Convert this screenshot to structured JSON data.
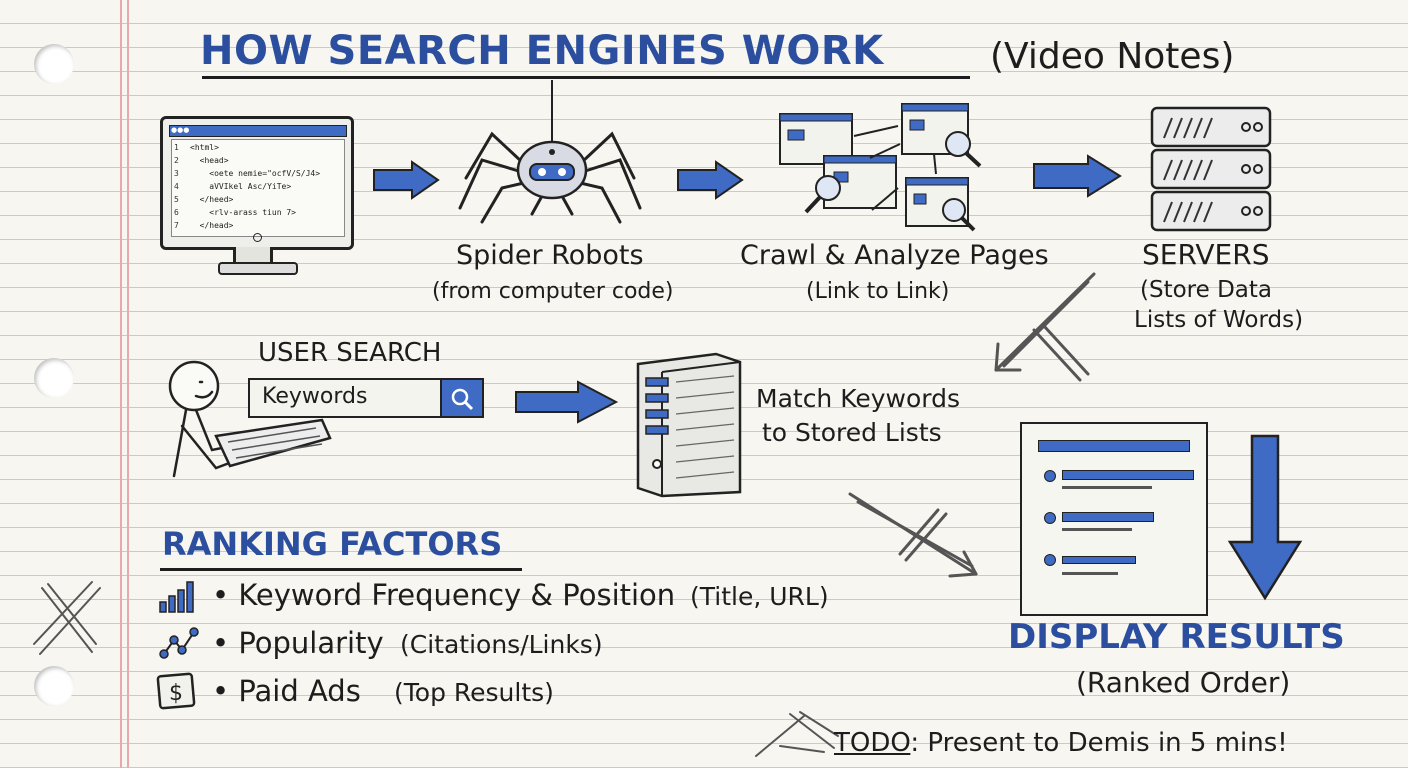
{
  "title": "HOW SEARCH ENGINES WORK",
  "subtitle": "(Video Notes)",
  "steps": {
    "spider": {
      "label": "Spider Robots",
      "sub": "(from computer code)"
    },
    "crawl": {
      "label": "Crawl & Analyze Pages",
      "sub": "(Link to Link)"
    },
    "servers": {
      "label": "SERVERS",
      "sub1": "(Store Data",
      "sub2": "Lists of Words)"
    }
  },
  "code_lines": [
    {
      "num": "1",
      "text": "<html>"
    },
    {
      "num": "2",
      "text": "  <head>"
    },
    {
      "num": "3",
      "text": "    <oete nemie=\"ocfV/S/J4>"
    },
    {
      "num": "4",
      "text": "    aVVIkel Asc/YiTe>"
    },
    {
      "num": "5",
      "text": "  </heed>"
    },
    {
      "num": "6",
      "text": "    <rlv-arass tiun 7>"
    },
    {
      "num": "7",
      "text": "  </head>"
    }
  ],
  "user_search": {
    "heading": "USER SEARCH",
    "input_value": "Keywords"
  },
  "match": {
    "line1": "Match Keywords",
    "line2": "to Stored Lists"
  },
  "display": {
    "label": "DISPLAY RESULTS",
    "sub": "(Ranked Order)"
  },
  "ranking": {
    "heading": "RANKING FACTORS",
    "items": [
      {
        "icon": "bar-chart-icon",
        "text": "• Keyword Frequency & Position",
        "note": "(Title, URL)"
      },
      {
        "icon": "link-network-icon",
        "text": "• Popularity",
        "note": "(Citations/Links)"
      },
      {
        "icon": "dollar-icon",
        "text": "• Paid Ads",
        "note": "(Top Results)"
      }
    ]
  },
  "todo": {
    "label": "TODO",
    "text": ": Present to Demis in 5 mins!"
  },
  "colors": {
    "accent": "#2b4f9e",
    "arrow_fill": "#3f6bc4",
    "ink": "#1d1d1d",
    "paper": "#f7f6f1",
    "rule": "#b9cde6",
    "margin": "#e7a9ae"
  }
}
